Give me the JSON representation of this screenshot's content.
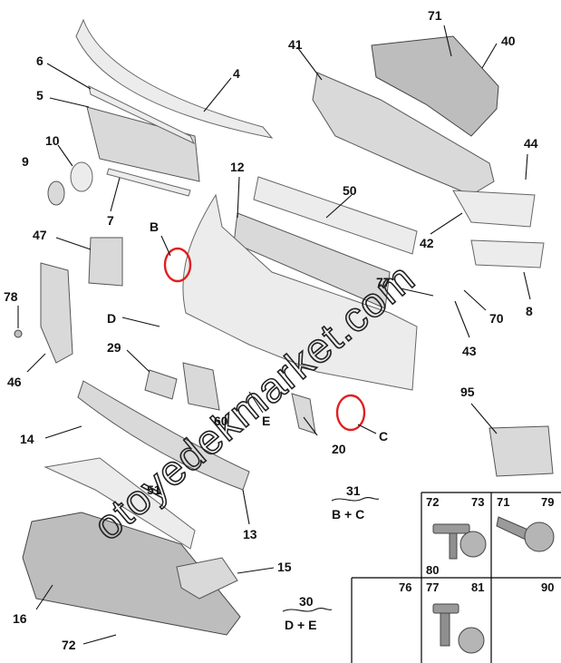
{
  "diagram": {
    "callouts": {
      "c71": "71",
      "c40": "40",
      "c41": "41",
      "c6": "6",
      "c4": "4",
      "c5": "5",
      "c10": "10",
      "c9": "9",
      "c12": "12",
      "c44": "44",
      "c7": "7",
      "c50": "50",
      "cB": "B",
      "c47": "47",
      "c42": "42",
      "c78": "78",
      "c77": "77",
      "c8": "8",
      "cD": "D",
      "c70": "70",
      "c43": "43",
      "c29": "29",
      "c95": "95",
      "c46": "46",
      "c60": "60",
      "cE": "E",
      "cC": "C",
      "c14": "14",
      "c20": "20",
      "c51": "51",
      "c13": "13",
      "c15": "15",
      "c16": "16",
      "c72": "72"
    },
    "kits": {
      "kit31_number": "31",
      "kit31_label": "B + C",
      "kit30_number": "30",
      "kit30_label": "D + E"
    },
    "fastener_table": {
      "cell_a": {
        "top_left": "72",
        "top_right": "73",
        "bottom_left": "80"
      },
      "cell_b": {
        "top_left": "71",
        "top_right": "79"
      },
      "cell_c": {
        "top_right": "76"
      },
      "cell_d": {
        "top_left": "77",
        "top_right": "81"
      },
      "cell_e": {
        "top_right": "90"
      }
    },
    "watermark": "otoyedekmarket.com",
    "colors": {
      "highlight_ring": "#e02020",
      "parts": "#d9d9d9",
      "lines": "#111111"
    }
  }
}
